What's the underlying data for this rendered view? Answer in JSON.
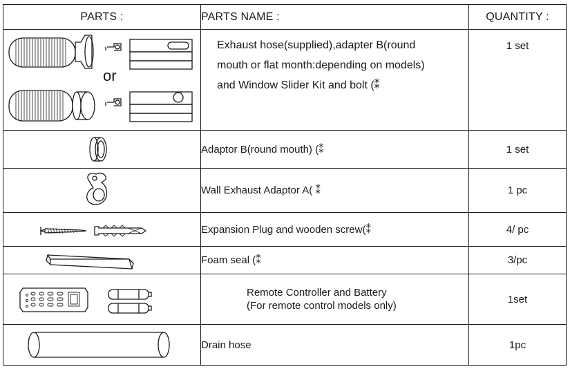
{
  "headers": {
    "parts": "PARTS :",
    "parts_name": "PARTS NAME :",
    "quantity": "QUANTITY :"
  },
  "or_label": "or",
  "rows": [
    {
      "icon": "exhaust-hose-kit-icon",
      "name_lines": [
        "Exhaust hose(supplied),adapter B(round",
        "mouth or flat month:depending on models)",
        "and  Window Slider Kit and bolt  (⁑"
      ],
      "quantity": "1 set"
    },
    {
      "icon": "adaptor-b-icon",
      "name": "Adaptor B(round mouth) (⁑",
      "quantity": "1 set"
    },
    {
      "icon": "wall-exhaust-adaptor-icon",
      "name": "Wall Exhaust Adaptor A( ⁑",
      "quantity": "1 pc"
    },
    {
      "icon": "expansion-plug-screw-icon",
      "name": "Expansion Plug and wooden  screw(⁑",
      "quantity": "4/ pc"
    },
    {
      "icon": "foam-seal-icon",
      "name": "Foam seal (⁑",
      "quantity": "3/pc"
    },
    {
      "icon": "remote-battery-icon",
      "name_lines": [
        "Remote Controller and Battery",
        "(For remote control models only)"
      ],
      "quantity": "1set"
    },
    {
      "icon": "drain-hose-icon",
      "name": "Drain hose",
      "quantity": "1pc"
    }
  ]
}
